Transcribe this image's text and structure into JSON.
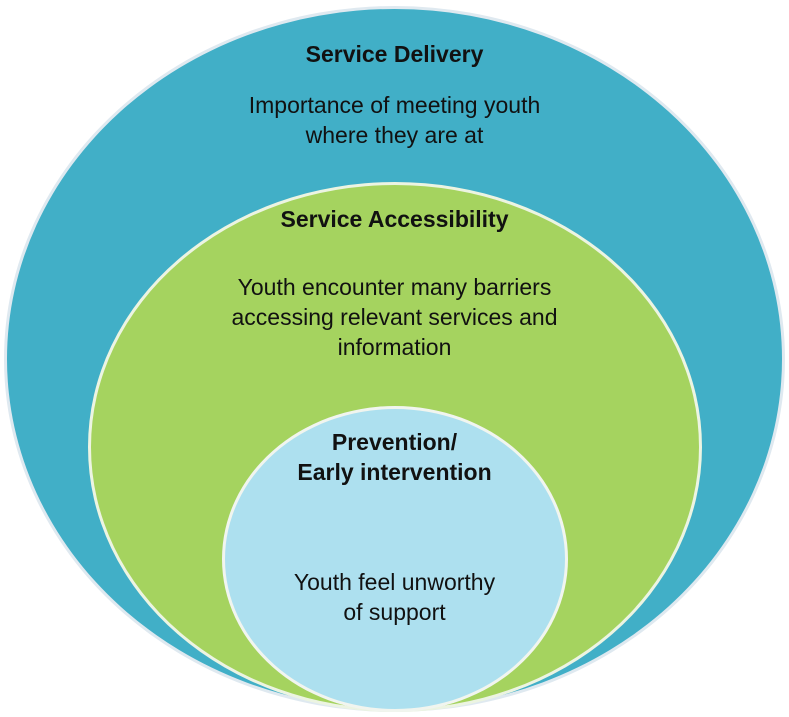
{
  "colors": {
    "outer": "#41afc7",
    "middle": "#a5d35f",
    "inner": "#ade0ef"
  },
  "rings": {
    "outer": {
      "title": "Service Delivery",
      "body": [
        "Importance of meeting youth",
        "where they are at"
      ]
    },
    "middle": {
      "title": "Service Accessibility",
      "body": [
        "Youth encounter many barriers",
        "accessing relevant services and",
        "information"
      ]
    },
    "inner": {
      "title": [
        "Prevention/",
        "Early intervention"
      ],
      "body": [
        "Youth feel unworthy",
        "of support"
      ]
    }
  }
}
